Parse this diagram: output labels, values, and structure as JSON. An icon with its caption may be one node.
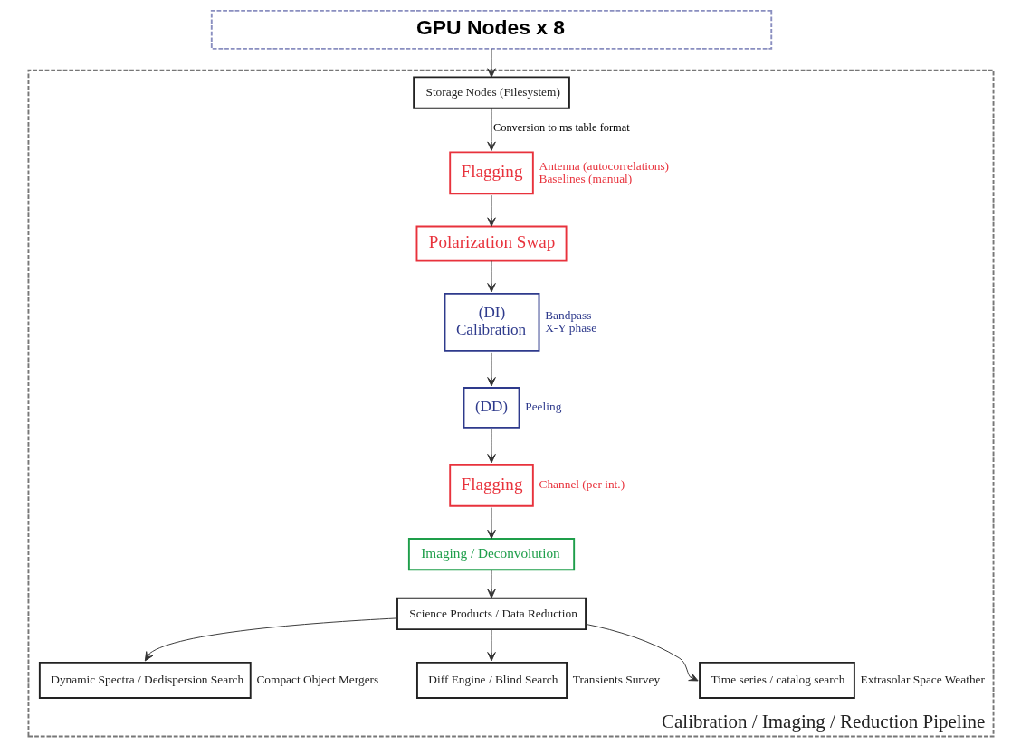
{
  "diagram": {
    "nodes": [
      {
        "text": [
          "GPU Nodes x 8"
        ]
      },
      {
        "text": [
          "Calibration / Imaging / Reduction Pipeline"
        ]
      },
      {
        "text": [
          "Storage Nodes (Filesystem)"
        ],
        "in": 1
      },
      {
        "text": [
          "Flagging"
        ],
        "beside": [
          "Antenna (autocorrelations)",
          "Baselines (manual)"
        ],
        "in": 1
      },
      {
        "text": [
          "Polarization Swap"
        ],
        "in": 1
      },
      {
        "text": [
          "(DI)",
          "Calibration"
        ],
        "beside": [
          "Bandpass",
          "X-Y phase"
        ],
        "in": 1
      },
      {
        "text": [
          "(DD)"
        ],
        "beside": [
          "Peeling"
        ],
        "in": 1
      },
      {
        "text": [
          "Flagging"
        ],
        "beside": [
          "Channel (per int.)"
        ],
        "in": 1
      },
      {
        "text": [
          "Imaging / Deconvolution"
        ],
        "in": 1
      },
      {
        "text": [
          "Science Products / Data Reduction"
        ],
        "in": 1
      },
      {
        "text": [
          "Dynamic Spectra / Dedispersion Search"
        ],
        "beside": [
          "Compact Object Mergers"
        ],
        "in": 1
      },
      {
        "text": [
          "Diff Engine / Blind Search"
        ],
        "beside": [
          "Transients Survey"
        ],
        "in": 1
      },
      {
        "text": [
          "Time series / catalog search"
        ],
        "beside": [
          "Extrasolar Space Weather"
        ],
        "in": 1
      }
    ],
    "edges": [
      {
        "from": 0,
        "to": 2,
        "arrow": "to"
      },
      {
        "from": 2,
        "to": 3,
        "arrow": "to",
        "label": "Conversion to ms table format"
      },
      {
        "from": 3,
        "to": 4,
        "arrow": "to"
      },
      {
        "from": 4,
        "to": 5,
        "arrow": "to"
      },
      {
        "from": 5,
        "to": 6,
        "arrow": "to"
      },
      {
        "from": 6,
        "to": 7,
        "arrow": "to"
      },
      {
        "from": 7,
        "to": 8,
        "arrow": "to"
      },
      {
        "from": 8,
        "to": 9,
        "arrow": "to"
      },
      {
        "from": 9,
        "to": 10,
        "arrow": "to"
      },
      {
        "from": 9,
        "to": 11,
        "arrow": "to"
      },
      {
        "from": 9,
        "to": 12,
        "arrow": "to"
      }
    ]
  }
}
